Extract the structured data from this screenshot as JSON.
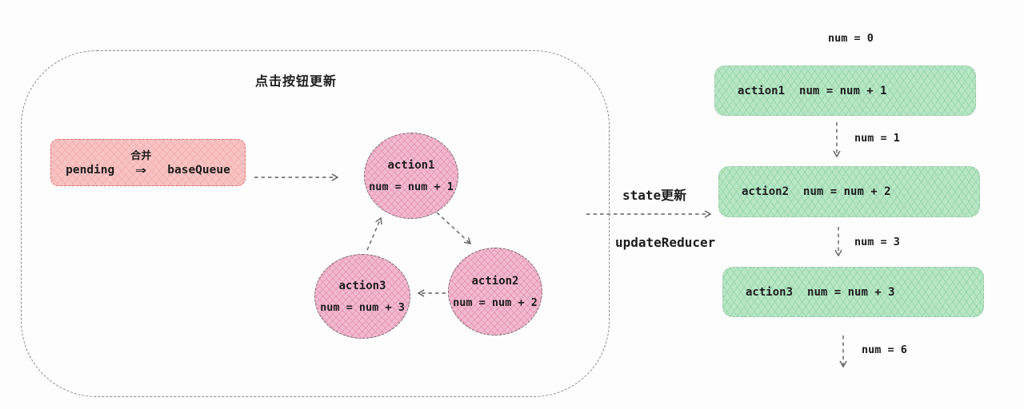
{
  "left_panel": {
    "title": "点击按钮更新",
    "merge_box": {
      "source": "pending",
      "merge_label": "合并",
      "arrow_symbol": "⇒",
      "target": "baseQueue"
    },
    "circles": [
      {
        "name": "action1",
        "expr": "num = num + 1"
      },
      {
        "name": "action2",
        "expr": "num = num + 2"
      },
      {
        "name": "action3",
        "expr": "num = num + 3"
      }
    ]
  },
  "middle": {
    "top_label": "state更新",
    "bottom_label": "updateReducer"
  },
  "right_panel": {
    "initial_value": "num = 0",
    "boxes": [
      {
        "name": "action1",
        "expr": "num = num + 1",
        "result_after": "num = 1"
      },
      {
        "name": "action2",
        "expr": "num = num + 2",
        "result_after": "num = 3"
      },
      {
        "name": "action3",
        "expr": "num = num + 3",
        "result_after": "num = 6"
      }
    ]
  },
  "colors": {
    "background": "#fdfdfd",
    "merge_box_fill": "#f9c3c3",
    "merge_box_border": "#d96f6f",
    "circle_fill": "#f3b9cf",
    "circle_border": "#6e6e6e",
    "green_box_fill": "#b7e7c5",
    "green_box_border": "#9fc7ac",
    "arrow": "#5f5f5f",
    "text": "#1c1c1c"
  }
}
